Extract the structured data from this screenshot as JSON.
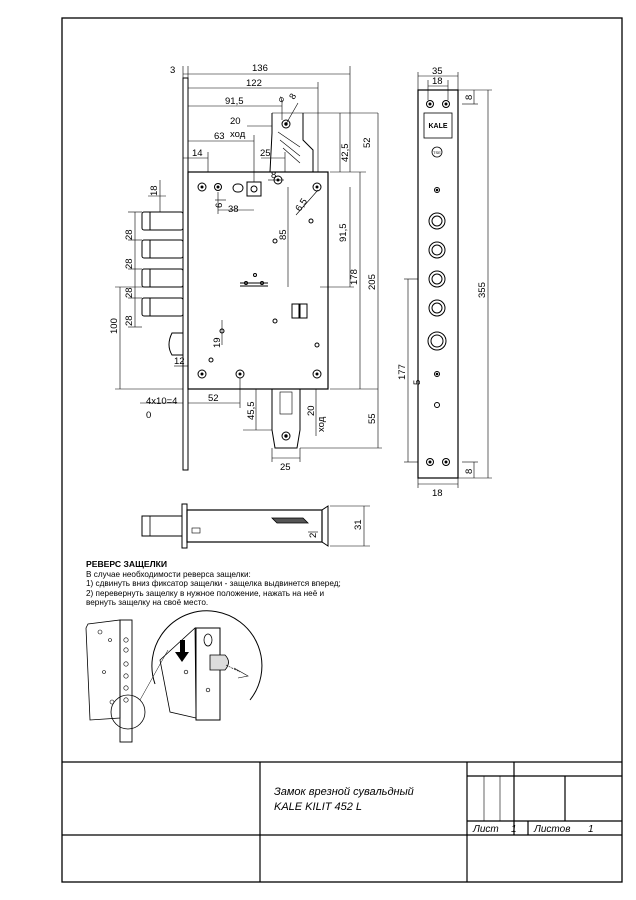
{
  "dimensions": {
    "d3": "3",
    "d136": "136",
    "d122": "122",
    "d91_5_top": "91,5",
    "d8_dia_top": "8",
    "d20_top": "20",
    "d63": "63",
    "xod_top": "ход",
    "d14": "14",
    "d25_top": "25",
    "d42_5": "42,5",
    "d52_right": "52",
    "d18_dia": "18",
    "d6": "6",
    "d8_mid": "8",
    "d38": "38",
    "d6_5_dia": "6,5",
    "d85": "85",
    "d91_5_right": "91,5",
    "d178": "178",
    "d205": "205",
    "d28_a": "28",
    "d28_b": "28",
    "d28_c": "28",
    "d28_d": "28",
    "d100": "100",
    "d19_dia": "19",
    "d12": "12",
    "d4x10": "4x10=4",
    "d0": "0",
    "d52_bottom": "52",
    "d45_5": "45,5",
    "d20_bottom": "20",
    "xod_bottom": "ход",
    "d55": "55",
    "d25_bottom": "25",
    "s35": "35",
    "s18_top": "18",
    "s8_top": "8",
    "s355": "355",
    "s177": "177",
    "s5": "5",
    "s8_bottom": "8",
    "s18_bottom": "18",
    "side31": "31",
    "side2": "2"
  },
  "faceplate_logo": "KALE",
  "notes": {
    "title": "РЕВЕРС ЗАЩЕЛКИ",
    "line1": "В случае необходимости реверса защелки:",
    "line2": "1) сдвинуть вниз фиксатор защелки - защелка выдвинется вперед;",
    "line3": "2) перевернуть защелку в нужное положение, нажать на неё и",
    "line4": "вернуть защелку на своё место."
  },
  "title_block": {
    "product_line1": "Замок врезной сувальдный",
    "product_line2": "KALE KILIT 452 L",
    "sheet_label": "Лист",
    "sheet_value": "1",
    "sheets_label": "Листов",
    "sheets_value": "1"
  }
}
